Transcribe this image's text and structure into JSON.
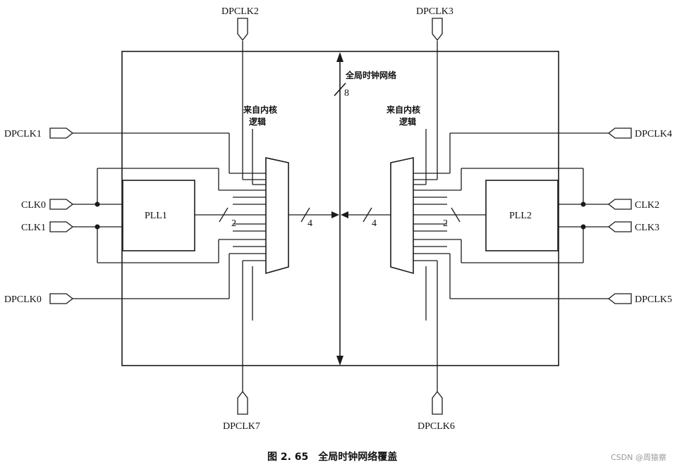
{
  "diagram": {
    "pins": {
      "dpclk2": "DPCLK2",
      "dpclk3": "DPCLK3",
      "dpclk1": "DPCLK1",
      "dpclk4": "DPCLK4",
      "clk0": "CLK0",
      "clk1": "CLK1",
      "clk2": "CLK2",
      "clk3": "CLK3",
      "dpclk0": "DPCLK0",
      "dpclk5": "DPCLK5",
      "dpclk7": "DPCLK7",
      "dpclk6": "DPCLK6"
    },
    "pll1": "PLL1",
    "pll2": "PLL2",
    "core_logic_line1": "来自内核",
    "core_logic_line2": "逻辑",
    "global_network_label": "全局时钟网络",
    "global_network_width": "8",
    "bus_width_pll": "2",
    "bus_width_mux": "4",
    "caption": "图 2. 65　全局时钟网络覆盖",
    "watermark": "CSDN @周猿察"
  }
}
